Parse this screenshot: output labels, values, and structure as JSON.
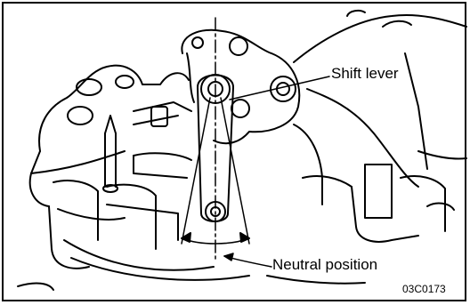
{
  "figure": {
    "labels": {
      "shift_lever": "Shift lever",
      "neutral_position": "Neutral position",
      "figure_code": "03C0173"
    },
    "colors": {
      "line": "#000000",
      "background": "#ffffff"
    }
  }
}
